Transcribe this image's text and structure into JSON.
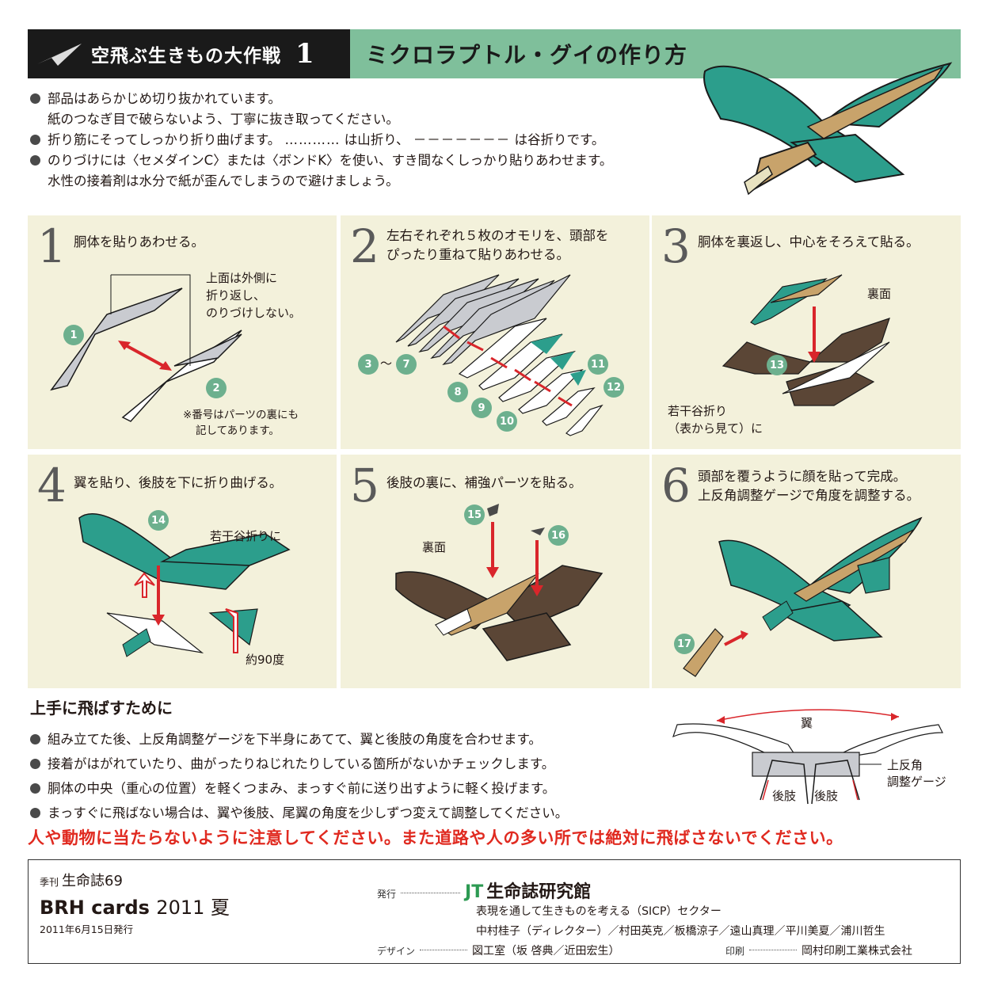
{
  "header": {
    "series": "空飛ぶ生きもの大作戦",
    "number": "1",
    "title": "ミクロラプトル・グイの作り方"
  },
  "notes": {
    "n1_line1": "部品はあらかじめ切り抜かれています。",
    "n1_line2": "紙のつなぎ目で破らないよう、丁寧に抜き取ってください。",
    "n2_a": "折り筋にそってしっかり折り曲げます。",
    "n2_dots": "…………",
    "n2_b": "は山折り、",
    "n2_dash": "－－－－－－－",
    "n2_c": "は谷折りです。",
    "n3_line1": "のりづけには〈セメダインC〉または〈ボンドK〉を使い、すき間なくしっかり貼りあわせます。",
    "n3_line2": "水性の接着剤は水分で紙が歪んでしまうので避けましょう。"
  },
  "steps": [
    {
      "num": "1",
      "text": "胴体を貼りあわせる。",
      "labels": [
        "上面は外側に",
        "折り返し、",
        "のりづけしない。"
      ],
      "note1": "※番号はパーツの裏にも",
      "note2": "記してあります。",
      "badges": [
        "1",
        "2"
      ]
    },
    {
      "num": "2",
      "text1": "左右それぞれ５枚のオモリを、頭部を",
      "text2": "ぴったり重ねて貼りあわせる。",
      "range_tilde": "～",
      "badges": [
        "3",
        "7",
        "8",
        "9",
        "10",
        "11",
        "12"
      ]
    },
    {
      "num": "3",
      "text": "胴体を裏返し、中心をそろえて貼る。",
      "label_back": "裏面",
      "label_fold1": "若干谷折り",
      "label_fold2": "（表から見て）に",
      "badges": [
        "13"
      ]
    },
    {
      "num": "4",
      "text": "翼を貼り、後肢を下に折り曲げる。",
      "label_fold": "若干谷折りに",
      "label_angle": "約90度",
      "badges": [
        "14"
      ]
    },
    {
      "num": "5",
      "text": "後肢の裏に、補強パーツを貼る。",
      "label_back": "裏面",
      "badges": [
        "15",
        "16"
      ]
    },
    {
      "num": "6",
      "text1": "頭部を覆うように顔を貼って完成。",
      "text2": "上反角調整ゲージで角度を調整する。",
      "badges": [
        "17"
      ]
    }
  ],
  "tips": {
    "title": "上手に飛ばすために",
    "items": [
      "組み立てた後、上反角調整ゲージを下半身にあてて、翼と後肢の角度を合わせます。",
      "接着がはがれていたり、曲がったりねじれたりしている箇所がないかチェックします。",
      "胴体の中央（重心の位置）を軽くつまみ、まっすぐ前に送り出すように軽く投げます。",
      "まっすぐに飛ばない場合は、翼や後肢、尾翼の角度を少しずつ変えて調整してください。"
    ],
    "gauge_wing": "翼",
    "gauge_leg1": "後肢",
    "gauge_leg2": "後肢",
    "gauge_label1": "上反角",
    "gauge_label2": "調整ゲージ"
  },
  "warning": "人や動物に当たらないように注意してください。また道路や人の多い所では絶対に飛ばさないでください。",
  "footer": {
    "season": "季刊",
    "magazine": "生命誌69",
    "brh": "BRH cards",
    "year": "2011 夏",
    "date": "2011年6月15日発行",
    "publisher_label": "発行",
    "jt": "JT",
    "org": "生命誌研究館",
    "org_sub": "表現を通して生きものを考える（SICP）セクター",
    "staff": "中村桂子（ディレクター）／村田英克／板橋涼子／遠山真理／平川美夏／浦川哲生",
    "design_label": "デザイン",
    "design": "図工室（坂 啓典／近田宏生）",
    "print_label": "印刷",
    "printer": "岡村印刷工業株式会社"
  }
}
